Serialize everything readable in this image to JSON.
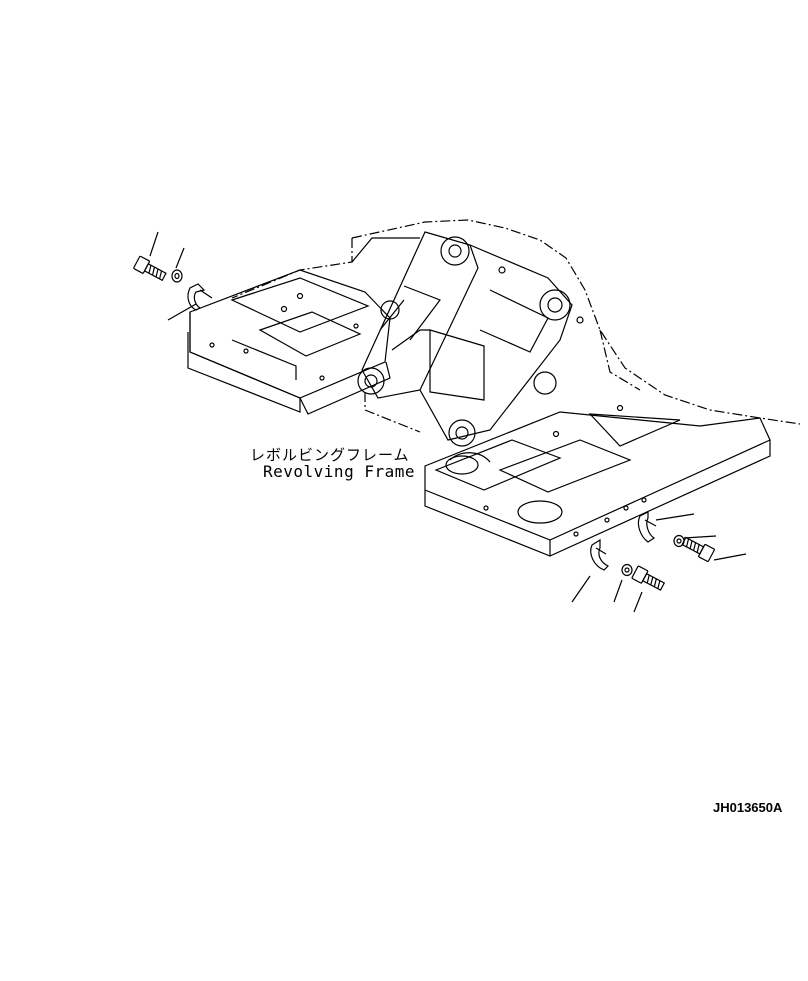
{
  "labels": {
    "part_name_jp": "レボルビングフレーム",
    "part_name_en": "Revolving Frame",
    "drawing_code": "JH013650A"
  },
  "icons": [
    "bolt-icon",
    "washer-icon",
    "bracket-icon"
  ],
  "colors": {
    "line": "#000000",
    "background": "#ffffff"
  }
}
